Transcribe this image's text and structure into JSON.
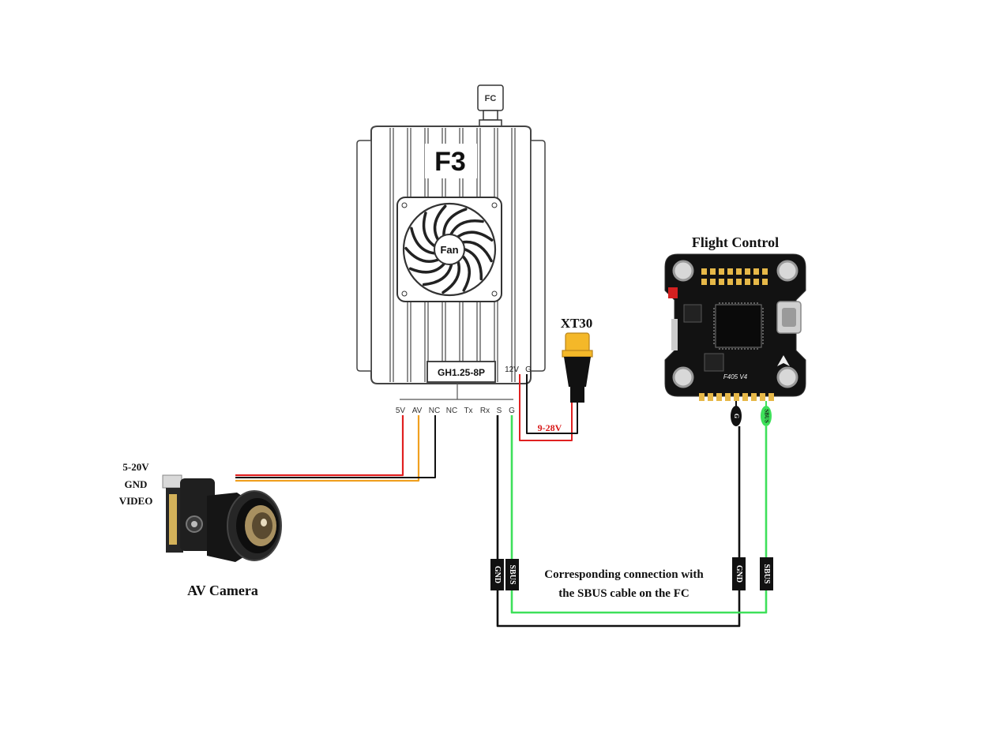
{
  "device": {
    "antenna_label": "FC",
    "name": "F3",
    "fan_label": "Fan",
    "connector": "GH1.25-8P",
    "power_pins": [
      "12V",
      "G"
    ],
    "pins": [
      "5V",
      "AV",
      "NC",
      "NC",
      "Tx",
      "Rx",
      "S",
      "G"
    ]
  },
  "power": {
    "connector_name": "XT30",
    "voltage": "9-28V"
  },
  "camera": {
    "title": "AV Camera",
    "wires": [
      "5-20V",
      "GND",
      "VIDEO"
    ]
  },
  "flight_control": {
    "title": "Flight Control",
    "board_model": "F405 V4",
    "pad_labels": [
      "G",
      "SBUS"
    ]
  },
  "cable_tags": {
    "left": [
      "GND",
      "SBUS"
    ],
    "right": [
      "GND",
      "SBUS"
    ]
  },
  "note": {
    "line1": "Corresponding connection with",
    "line2": "the SBUS cable on the FC"
  },
  "colors": {
    "red": "#e02020",
    "yellow": "#f0a020",
    "black": "#111111",
    "green": "#3ee05a",
    "xt30": "#f4b829"
  }
}
